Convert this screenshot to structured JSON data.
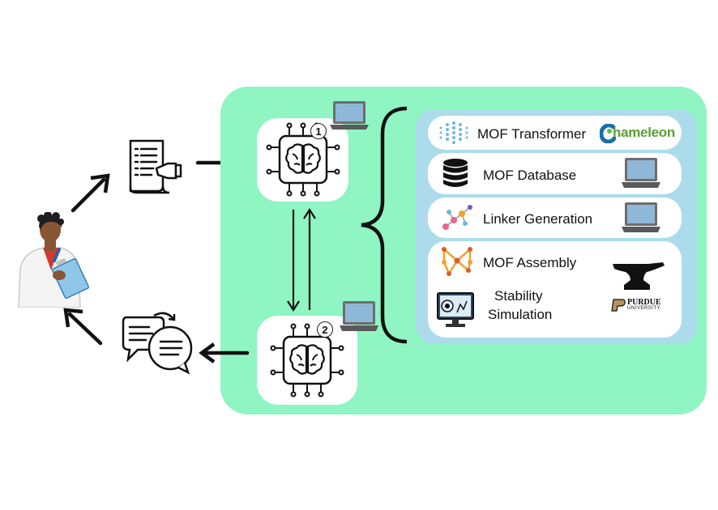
{
  "agents": {
    "agent1_badge": "1",
    "agent2_badge": "2"
  },
  "tools": [
    {
      "label": "MOF Transformer",
      "provider": "Chameleon"
    },
    {
      "label": "MOF Database"
    },
    {
      "label": "Linker Generation"
    },
    {
      "label": "MOF Assembly"
    },
    {
      "label_line1": "Stability",
      "label_line2": "Simulation"
    }
  ],
  "providers": {
    "chameleon_logo_text": "hameleon",
    "purdue_line1": "PURDUE",
    "purdue_line2": "UNIVERSITY."
  },
  "colors": {
    "outer_panel": "#8ef5c3",
    "tool_panel": "#acdcec",
    "card": "#ffffff",
    "arrow": "#111111"
  },
  "icons": [
    "scientist-icon",
    "document-icon",
    "brain-chip-icon",
    "laptop-icon",
    "chat-icon",
    "neural-net-icon",
    "database-icon",
    "molecule-icon",
    "network-icon",
    "monitor-icon",
    "anvil-icon",
    "chameleon-logo",
    "purdue-logo",
    "curly-brace"
  ]
}
